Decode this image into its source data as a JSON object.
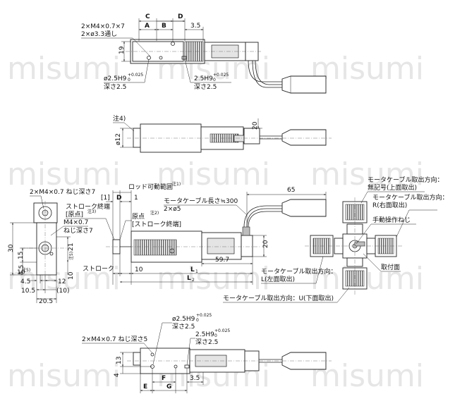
{
  "watermark": "misumi",
  "top_view": {
    "dim_C": "C",
    "dim_A": "A",
    "dim_B": "B",
    "dim_D": "D",
    "dim_35": "3.5",
    "dim_19": "19",
    "callout_m4": "2×M4×0.7×7",
    "callout_thru": "2×ø3.3通し",
    "pin_hole_label": "ø2.5H9",
    "pin_hole_tol_upper": "+0.025",
    "pin_hole_tol_lower": "0",
    "pin_hole_depth": "深さ2.5",
    "slot_label": "2.5H9",
    "slot_tol_upper": "+0.025",
    "slot_tol_lower": "0",
    "slot_depth": "深さ2.5"
  },
  "second_view": {
    "note_label": "注4)",
    "dim_dia12": "ø12",
    "dim_20": "20"
  },
  "front_view": {
    "dim_1_bracket": "[1]",
    "dim_D": "D",
    "dim_1": "1",
    "rod_range": "ロッド可動範囲",
    "rod_range_note": "注1)",
    "dim_65": "65",
    "cable_length": "モータケーブル長さ≒300",
    "cable_dia": "2×ø5",
    "stroke_end_label": "ストローク終端",
    "origin_bracket": "[原点]",
    "origin_bracket_note": "注3)",
    "origin_label": "原点",
    "origin_label_note": "注2)",
    "stroke_end_bracket": "[ストローク終端]",
    "stroke_label": "ストローク",
    "dim_10": "10",
    "dim_L1": "L",
    "dim_L1_sub": "1",
    "dim_L2": "L",
    "dim_L2_sub": "2",
    "dim_597": "59.7",
    "dim_20": "20"
  },
  "end_view": {
    "callout_m4_top": "2×M4×0.7 ねじ深さ7",
    "callout_m4": "M4×0.7",
    "callout_m4_depth": "ねじ深さ7",
    "dim_30": "30",
    "dim_15": "15",
    "dim_21": "21",
    "dim_45_left": "4.5",
    "dim_10_left": "10",
    "dim_10_left_note": "注5)",
    "dim_10_right": "10",
    "dim_10_right_note": "注5)",
    "dim_45": "4.5",
    "dim_12": "12",
    "dim_105": "10.5",
    "dim_10_paren": "(10)",
    "dim_205": "20.5"
  },
  "orientation_view": {
    "top_label_1": "モータケーブル取出方向：",
    "top_label_2": "無記号(上面取出)",
    "right_label_1": "モータケーブル取出方向：",
    "right_label_2": "R(右面取出)",
    "manual_screw": "手動操作ねじ",
    "mount_face": "取付面",
    "left_label_1": "モータケーブル取出方向：",
    "left_label_2": "L(左面取出)",
    "bottom_label": "モータケーブル取出方向：U(下面取出)"
  },
  "bottom_view": {
    "callout_m4": "2×M4×0.7 ねじ深さ5",
    "pin_hole_label": "ø2.5H9",
    "pin_hole_tol_upper": "+0.025",
    "pin_hole_tol_lower": "0",
    "pin_hole_depth": "深さ2.5",
    "slot_label": "2.5H9",
    "slot_tol_upper": "+0.025",
    "slot_tol_lower": "0",
    "slot_depth": "深さ2.5",
    "dim_13": "13",
    "dim_4": "4",
    "dim_E": "E",
    "dim_F": "F",
    "dim_G": "G",
    "dim_35": "3.5"
  }
}
